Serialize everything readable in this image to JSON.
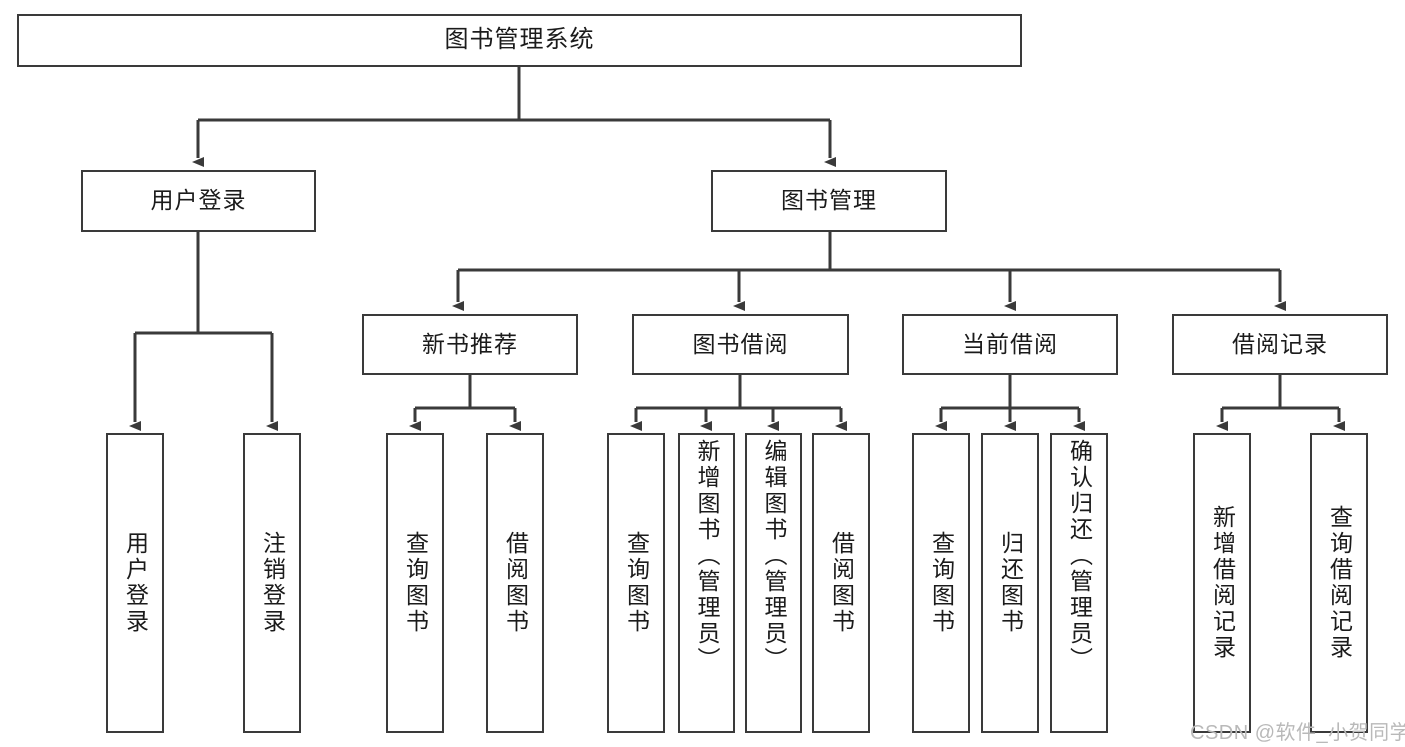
{
  "diagram": {
    "title": "图书管理系统",
    "type": "tree",
    "colors": {
      "box_border": "#3a3a3a",
      "box_fill": "#ffffff",
      "line": "#3a3a3a",
      "text": "#1b1b1b",
      "watermark": "#b9b9b9"
    },
    "root": {
      "label": "图书管理系统"
    },
    "level2": [
      {
        "label": "用户登录"
      },
      {
        "label": "图书管理"
      }
    ],
    "level3": [
      {
        "label": "新书推荐"
      },
      {
        "label": "图书借阅"
      },
      {
        "label": "当前借阅"
      },
      {
        "label": "借阅记录"
      }
    ],
    "leaves": {
      "user_login": [
        {
          "label": "用户登录"
        },
        {
          "label": "注销登录"
        }
      ],
      "new_book_recommend": [
        {
          "label": "查询图书"
        },
        {
          "label": "借阅图书"
        }
      ],
      "book_borrow": [
        {
          "label": "查询图书"
        },
        {
          "label": "新增图书（管理员）"
        },
        {
          "label": "编辑图书（管理员）"
        },
        {
          "label": "借阅图书"
        }
      ],
      "current_borrow": [
        {
          "label": "查询图书"
        },
        {
          "label": "归还图书"
        },
        {
          "label": "确认归还（管理员）"
        }
      ],
      "borrow_record": [
        {
          "label": "新增借阅记录"
        },
        {
          "label": "查询借阅记录"
        }
      ]
    },
    "watermark": "CSDN @软件_小贺同学"
  }
}
